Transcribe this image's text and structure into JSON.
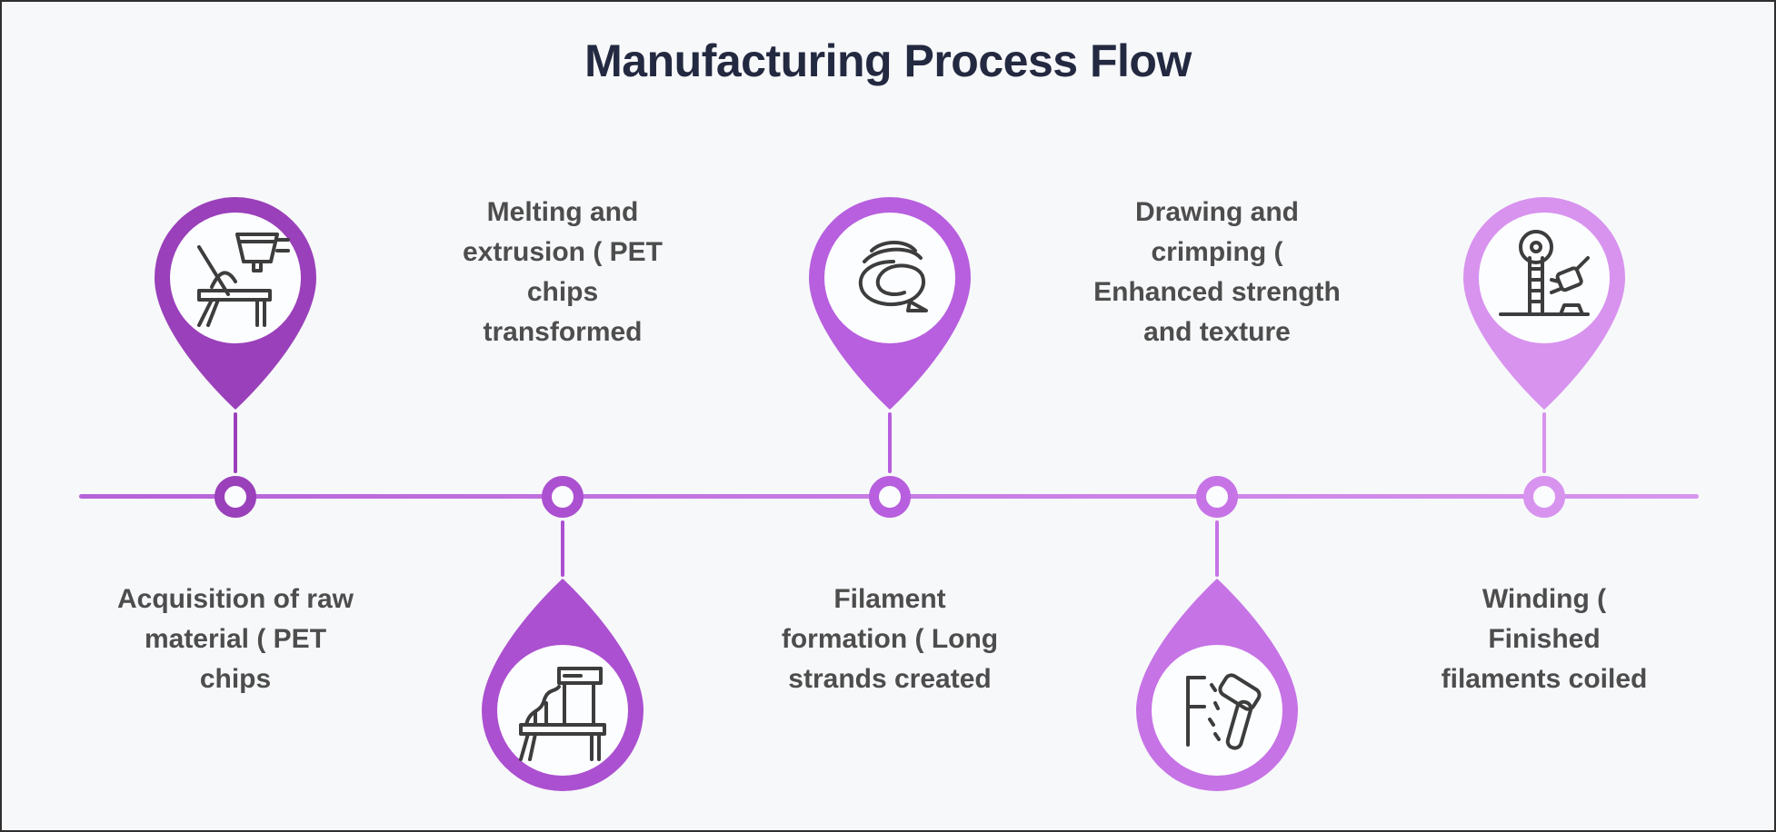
{
  "title": "Manufacturing Process Flow",
  "background_color": "#f7f8fa",
  "frame_border_color": "#2f2f2f",
  "title_color": "#232940",
  "label_color": "#4d4d4d",
  "timeline": {
    "gradient_start": "#b661d8",
    "gradient_end": "#d795ee"
  },
  "steps": [
    {
      "label": "Acquisition of raw\nmaterial ( PET\nchips",
      "pin_side": "above-line",
      "label_side": "below-line",
      "color": "#9a40ba",
      "icon": "raw-material-machine-icon"
    },
    {
      "label": "Melting and\nextrusion ( PET\nchips\ntransformed",
      "pin_side": "below-line",
      "label_side": "above-line",
      "color": "#ab50d0",
      "icon": "extrusion-machine-icon"
    },
    {
      "label": "Filament\nformation ( Long\nstrands created",
      "pin_side": "above-line",
      "label_side": "below-line",
      "color": "#b75fde",
      "icon": "filament-coil-icon"
    },
    {
      "label": "Drawing and\ncrimping (\nEnhanced strength\nand texture",
      "pin_side": "below-line",
      "label_side": "above-line",
      "color": "#c673e6",
      "icon": "crimping-hammer-icon"
    },
    {
      "label": "Winding (\nFinished\nfilaments coiled",
      "pin_side": "above-line",
      "label_side": "below-line",
      "color": "#d793ee",
      "icon": "winding-machine-icon"
    }
  ]
}
